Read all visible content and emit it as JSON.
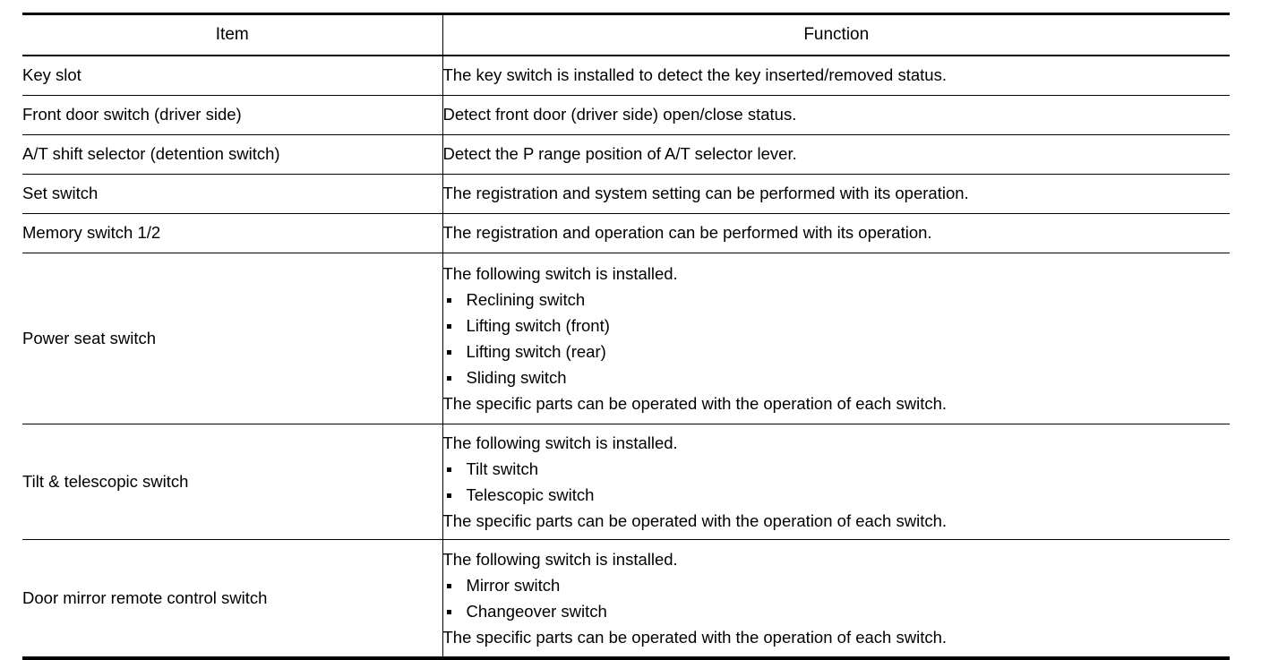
{
  "table": {
    "columns": [
      {
        "key": "item",
        "label": "Item"
      },
      {
        "key": "function",
        "label": "Function"
      }
    ],
    "rows": [
      {
        "item": "Key slot",
        "function_text": "The key switch is installed to detect the key inserted/removed status."
      },
      {
        "item": "Front door switch (driver side)",
        "function_text": "Detect front door (driver side) open/close status."
      },
      {
        "item": "A/T shift selector (detention switch)",
        "function_text": "Detect the P range position of A/T selector lever."
      },
      {
        "item": "Set switch",
        "function_text": "The registration and system setting can be performed with its operation."
      },
      {
        "item": "Memory switch 1/2",
        "function_text": "The registration and operation can be performed with its operation."
      },
      {
        "item": "Power seat switch",
        "function_lead": "The following switch is installed.",
        "function_bullets": [
          "Reclining switch",
          "Lifting switch (front)",
          "Lifting switch (rear)",
          "Sliding switch"
        ],
        "function_tail": "The specific parts can be operated with the operation of each switch."
      },
      {
        "item": "Tilt & telescopic switch",
        "function_lead": "The following switch is installed.",
        "function_bullets": [
          "Tilt switch",
          "Telescopic switch"
        ],
        "function_tail": "The specific parts can be operated with the operation of each switch."
      },
      {
        "item": "Door mirror remote control switch",
        "function_lead": "The following switch is installed.",
        "function_bullets": [
          "Mirror switch",
          "Changeover switch"
        ],
        "function_tail": "The specific parts can be operated with the operation of each switch."
      }
    ]
  },
  "colors": {
    "text": "#000000",
    "background": "#ffffff",
    "rule": "#000000"
  }
}
